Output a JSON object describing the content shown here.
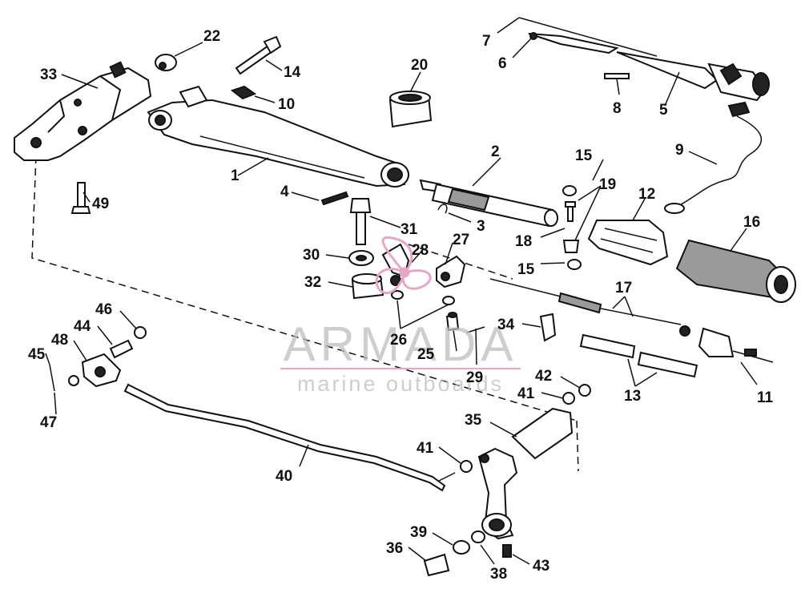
{
  "watermark": {
    "title": "ARMADA",
    "subtitle": "marine outboards",
    "logo_color": "#e8a6c6",
    "text_color": "#bdbdbd"
  },
  "callouts": [
    {
      "id": "c1",
      "text": "1"
    },
    {
      "id": "c2",
      "text": "2"
    },
    {
      "id": "c3",
      "text": "3"
    },
    {
      "id": "c4",
      "text": "4"
    },
    {
      "id": "c5",
      "text": "5"
    },
    {
      "id": "c6",
      "text": "6"
    },
    {
      "id": "c7",
      "text": "7"
    },
    {
      "id": "c8",
      "text": "8"
    },
    {
      "id": "c9",
      "text": "9"
    },
    {
      "id": "c10",
      "text": "10"
    },
    {
      "id": "c11",
      "text": "11"
    },
    {
      "id": "c12",
      "text": "12"
    },
    {
      "id": "c13",
      "text": "13"
    },
    {
      "id": "c14",
      "text": "14"
    },
    {
      "id": "c15a",
      "text": "15"
    },
    {
      "id": "c15b",
      "text": "15"
    },
    {
      "id": "c16",
      "text": "16"
    },
    {
      "id": "c17",
      "text": "17"
    },
    {
      "id": "c18",
      "text": "18"
    },
    {
      "id": "c19",
      "text": "19"
    },
    {
      "id": "c20",
      "text": "20"
    },
    {
      "id": "c22",
      "text": "22"
    },
    {
      "id": "c25",
      "text": "25"
    },
    {
      "id": "c26",
      "text": "26"
    },
    {
      "id": "c27",
      "text": "27"
    },
    {
      "id": "c28",
      "text": "28"
    },
    {
      "id": "c29",
      "text": "29"
    },
    {
      "id": "c30",
      "text": "30"
    },
    {
      "id": "c31",
      "text": "31"
    },
    {
      "id": "c32",
      "text": "32"
    },
    {
      "id": "c33",
      "text": "33"
    },
    {
      "id": "c34",
      "text": "34"
    },
    {
      "id": "c35",
      "text": "35"
    },
    {
      "id": "c36",
      "text": "36"
    },
    {
      "id": "c38",
      "text": "38"
    },
    {
      "id": "c39",
      "text": "39"
    },
    {
      "id": "c40",
      "text": "40"
    },
    {
      "id": "c41a",
      "text": "41"
    },
    {
      "id": "c41b",
      "text": "41"
    },
    {
      "id": "c42",
      "text": "42"
    },
    {
      "id": "c43",
      "text": "43"
    },
    {
      "id": "c44",
      "text": "44"
    },
    {
      "id": "c45",
      "text": "45"
    },
    {
      "id": "c46",
      "text": "46"
    },
    {
      "id": "c47",
      "text": "47"
    },
    {
      "id": "c48",
      "text": "48"
    },
    {
      "id": "c49",
      "text": "49"
    }
  ]
}
